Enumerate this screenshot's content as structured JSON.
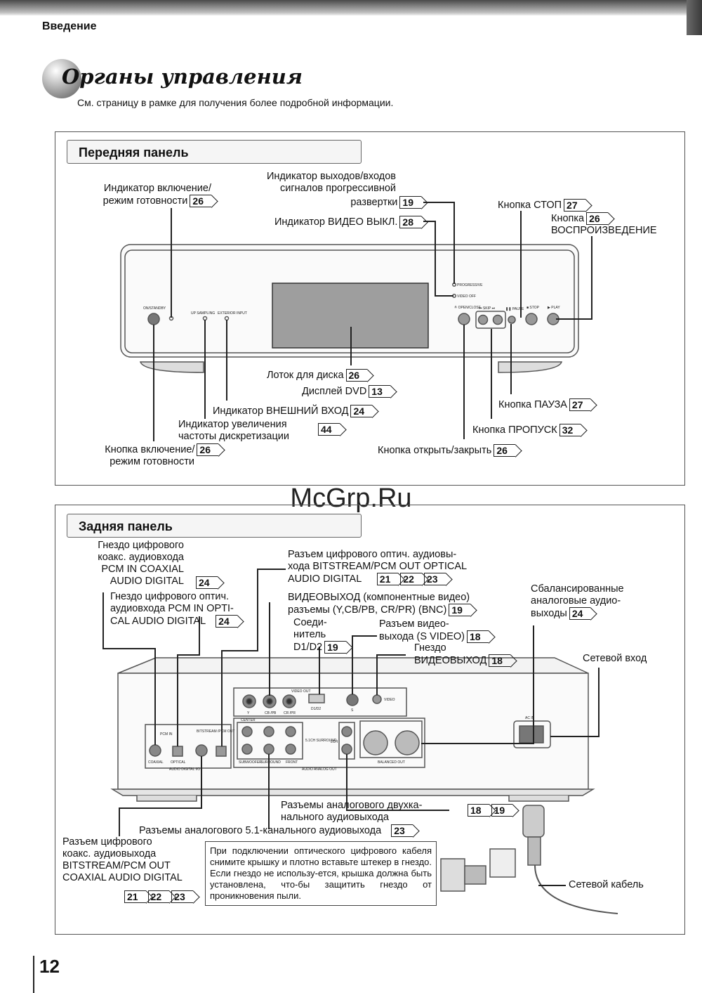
{
  "header": {
    "section": "Введение"
  },
  "title": "Органы управления",
  "subtitle": "См. страницу в рамке для получения более подробной информации.",
  "front": {
    "heading": "Передняя панель",
    "labels": {
      "standby_ind": [
        "Индикатор включение/",
        "режим готовности"
      ],
      "standby_ind_page": "26",
      "prog_ind": [
        "Индикатор выходов/входов",
        "сигналов прогрессивной",
        "развертки"
      ],
      "prog_ind_page": "19",
      "video_off": "Индикатор ВИДЕО ВЫКЛ.",
      "video_off_page": "28",
      "stop": "Кнопка СТОП",
      "stop_page": "27",
      "play": [
        "Кнопка",
        "ВОСПРОИЗВЕДЕНИЕ"
      ],
      "play_page": "26",
      "tray": "Лоток для диска",
      "tray_page": "26",
      "display": "Дисплей DVD",
      "display_page": "13",
      "ext_input": "Индикатор ВНЕШНИЙ ВХОД",
      "ext_input_page": "24",
      "upsampling": [
        "Индикатор увеличения",
        "частоты дискретизации"
      ],
      "upsampling_page": "44",
      "power_btn": [
        "Кнопка включение/",
        "режим готовности"
      ],
      "power_btn_page": "26",
      "pause": "Кнопка ПАУЗА",
      "pause_page": "27",
      "skip": "Кнопка ПРОПУСК",
      "skip_page": "32",
      "open": "Кнопка открыть/закрыть",
      "open_page": "26"
    },
    "device": {
      "on_standby": "ON/STANDBY",
      "up_sampling": "UP SAMPLING",
      "exterior": "EXTERIOR INPUT",
      "progressive": "PROGRESSIVE",
      "video_off": "VIDEO OFF",
      "open_close": "≜ OPEN/CLOSE",
      "skip": "⏮ SKIP ⏭",
      "pause": "❚❚ PAUSE",
      "stop": "■ STOP",
      "play": "▶ PLAY"
    }
  },
  "watermark": "McGrp.Ru",
  "rear": {
    "heading": "Задняя панель",
    "labels": {
      "coax_in": [
        "Гнездо цифрового",
        "коакс. аудиовхода",
        "PCM IN COAXIAL",
        "AUDIO DIGITAL"
      ],
      "coax_in_page": "24",
      "opt_in": [
        "Гнездо цифрового оптич.",
        "аудиовхода PCM IN OPTI-",
        "CAL AUDIO DIGITAL"
      ],
      "opt_in_page": "24",
      "opt_out": [
        "Разъем цифрового оптич. аудиовы-",
        "хода BITSTREAM/PCM OUT OPTICAL",
        "AUDIO DIGITAL"
      ],
      "opt_out_pages": [
        "21",
        "22",
        "23"
      ],
      "component": [
        "ВИДЕОВЫХОД (компонентные видео)",
        "разъемы (Y,CB/PB, CR/PR) (BNC)"
      ],
      "component_page": "19",
      "d1d2": [
        "Соеди-",
        "нитель",
        "D1/D2"
      ],
      "d1d2_page": "19",
      "svideo": [
        "Разъем видео-",
        "выхода (S VIDEO)"
      ],
      "svideo_page": "18",
      "video": [
        "Гнездо",
        "ВИДЕОВЫХОД"
      ],
      "video_page": "18",
      "balanced": [
        "Сбалансированные",
        "аналоговые аудио-",
        "выходы"
      ],
      "balanced_page": "24",
      "ac_in": "Сетевой вход",
      "analog2": [
        "Разъемы аналогового двухка-",
        "нального аудиовыхода"
      ],
      "analog2_pages": [
        "18",
        "19"
      ],
      "analog51": "Разъемы аналогового 5.1-канального аудиовыхода",
      "analog51_page": "23",
      "coax_out": [
        "Разъем цифрового",
        "коакс. аудиовыхода",
        "BITSTREAM/PCM OUT",
        "COAXIAL AUDIO DIGITAL"
      ],
      "coax_out_pages": [
        "21",
        "22",
        "23"
      ],
      "power_cable": "Сетевой кабель"
    },
    "note": "При подключении оптического цифрового кабеля снимите крышку и плотно вставьте штекер в гнездо. Если гнездо не использу-ется, крышка должна быть установлена, что-бы защитить гнездо от проникновения пыли.",
    "device": {
      "video_out": "VIDEO OUT",
      "y": "Y",
      "cb": "CB /PB",
      "cr": "CR /PR",
      "d1d2": "D1/D2",
      "s": "S",
      "video": "VIDEO",
      "pcm_in": "PCM IN",
      "bitstream": "BITSTREAM /PCM OUT",
      "coaxial": "COAXIAL",
      "optical": "OPTICAL",
      "audio_digital": "AUDIO DIGITAL I/O",
      "center": "CENTER",
      "surround51": "5.1CH SURROUND",
      "ch2": "2CH",
      "subwoofer": "SUBWOOFER",
      "surround": "SURROUND",
      "front": "FRONT",
      "audio_analog": "AUDIO ANALOG OUT",
      "balanced_out": "BALANCED OUT",
      "l": "L",
      "r": "R",
      "ac_in": "AC IN"
    }
  },
  "page_number": "12"
}
